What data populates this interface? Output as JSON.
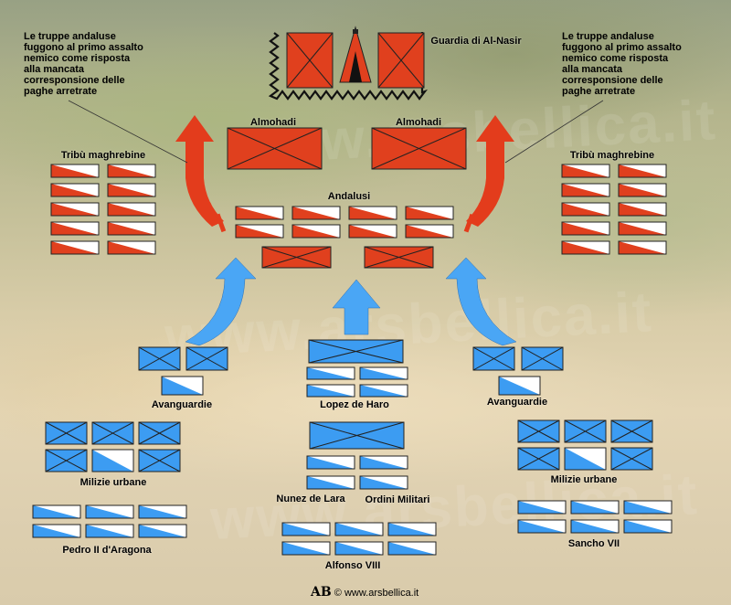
{
  "notes": {
    "left": "Le truppe andaluse\nfuggono al primo assalto\nnemico come risposta\nalla mancata\ncorresponsione delle\npaghe arretrate",
    "right": "Le truppe andaluse\nfuggono al primo assalto\nnemico come risposta\nalla mancata\ncorresponsione delle\npaghe arretrate"
  },
  "labels": {
    "guardia": "Guardia di Al-Nasir",
    "almohadi_left": "Almohadi",
    "almohadi_right": "Almohadi",
    "andalusi": "Andalusi",
    "tribu_left": "Tribù maghrebine",
    "tribu_right": "Tribù maghrebine",
    "avanguardie_left": "Avanguardie",
    "avanguardie_right": "Avanguardie",
    "lopez": "Lopez de Haro",
    "milizie_left": "Milizie urbane",
    "milizie_right": "Milizie urbane",
    "nunez": "Nunez de Lara",
    "ordini": "Ordini Militari",
    "pedro": "Pedro II d'Aragona",
    "alfonso": "Alfonso VIII",
    "sancho": "Sancho VII"
  },
  "watermark": "www.arsbellica.it",
  "footer": {
    "logo": "AB",
    "copyright": "©",
    "site": "www.arsbellica.it"
  },
  "colors": {
    "muslim": "#e0401e",
    "christian": "#3c9cf2",
    "arrow_red": "#e33c1c",
    "arrow_blue": "#4aa6f5"
  }
}
